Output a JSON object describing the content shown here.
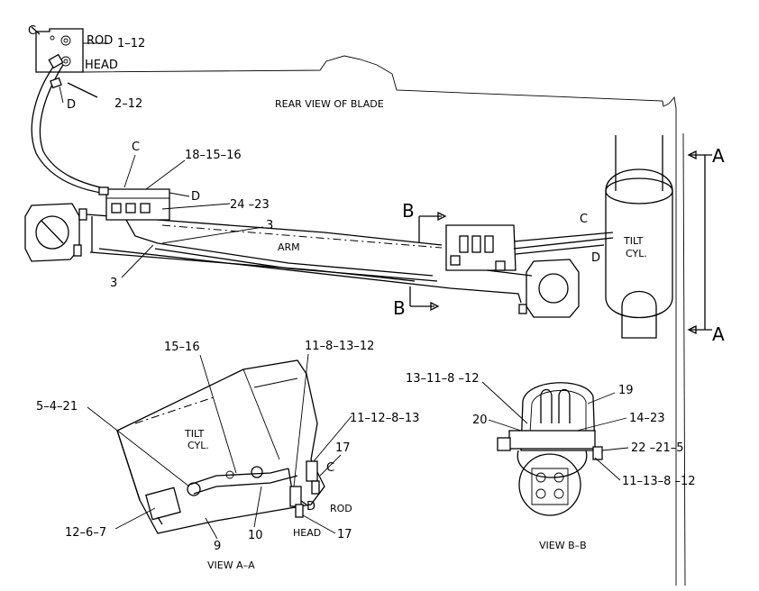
{
  "main_view": {
    "title": "REAR VIEW OF BLADE",
    "labels": {
      "rod": "ROD",
      "head": "HEAD",
      "c_top": "C",
      "d_top": "D",
      "c_mid": "C",
      "d_mid": "D",
      "c_right": "C",
      "d_right": "D",
      "arm": "ARM",
      "tilt": "TILT",
      "cyl": "CYL."
    },
    "callouts": {
      "p1": "1–12",
      "p2": "2–12",
      "p3": "18–15–16",
      "p4": "24 –23",
      "p5": "3",
      "p6": "3"
    },
    "section_markers": {
      "a_top": "A",
      "a_bottom": "A",
      "b_top": "B",
      "b_bottom": "B"
    }
  },
  "view_aa": {
    "caption": "VIEW A–A",
    "labels": {
      "tilt": "TILT",
      "cyl": "CYL.",
      "c": "C",
      "d": "D",
      "rod": "ROD",
      "head": "HEAD"
    },
    "callouts": {
      "p1": "15–16",
      "p2": "11–8–13–12",
      "p3": "5–4–21",
      "p4": "11–12–8–13",
      "p5": "17",
      "p6": "12–6–7",
      "p7": "9",
      "p8": "10",
      "p9": "17"
    }
  },
  "view_bb": {
    "caption": "VIEW B–B",
    "callouts": {
      "p1": "13–11–8 –12",
      "p2": "19",
      "p3": "20",
      "p4": "14–23",
      "p5": "22 –21–5",
      "p6": "11–13–8 –12"
    }
  }
}
